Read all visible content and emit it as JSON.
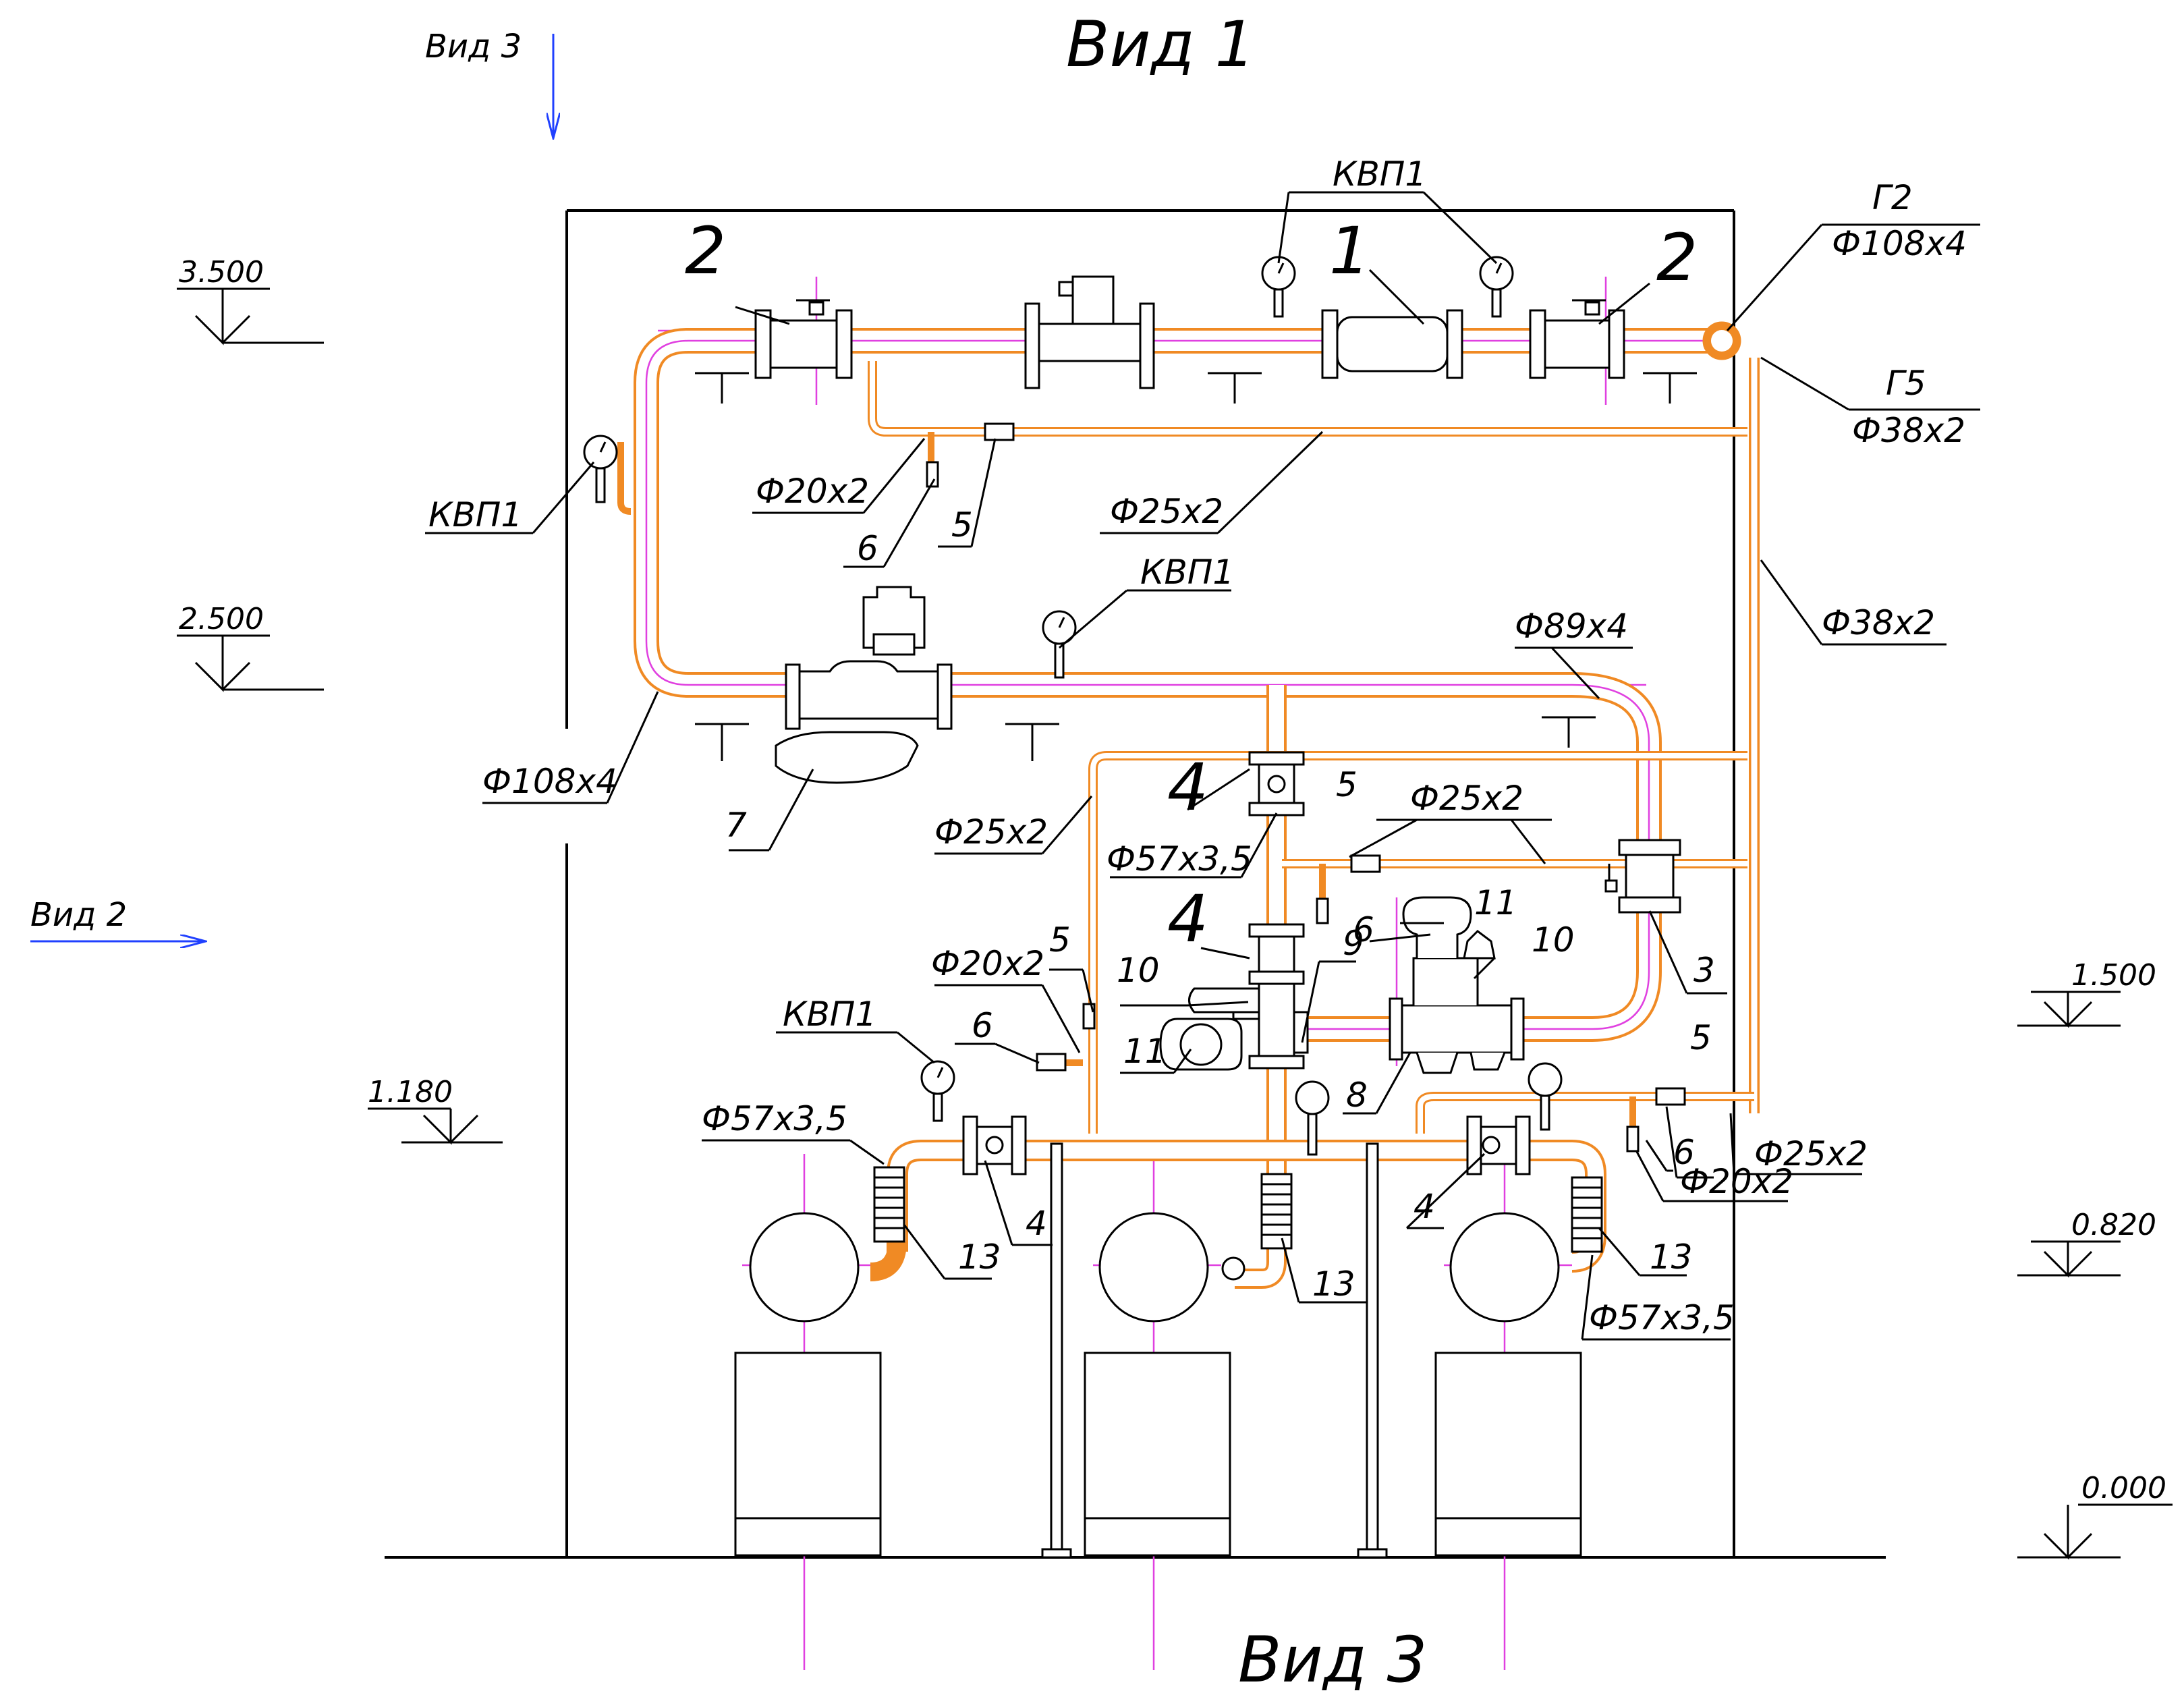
{
  "views": {
    "view1_title": "Вид 1",
    "view3_title": "Вид 3",
    "view3_marker": "Вид 3",
    "view2_marker": "Вид 2",
    "arrow_color": "#2040ff"
  },
  "elevations": {
    "e3500": "3.500",
    "e2500": "2.500",
    "e1180": "1.180",
    "e1500": "1.500",
    "e0820": "0.820",
    "e0000": "0.000"
  },
  "positions": {
    "p1": "1",
    "p2_left": "2",
    "p2_right": "2",
    "p3": "3",
    "p4_upper": "4",
    "p4_mid": "4",
    "p4_left": "4",
    "p4_right": "4",
    "p5_top": "5",
    "p5_mid": "5",
    "p5_left": "5",
    "p5_right": "5",
    "p6_top": "6",
    "p6_mid": "6",
    "p6_left": "6",
    "p6_right": "6",
    "p7": "7",
    "p8": "8",
    "p9": "9",
    "p10_left": "10",
    "p10_right": "10",
    "p11_left": "11",
    "p11_right": "11",
    "p13_left": "13",
    "p13_mid": "13",
    "p13_right": "13"
  },
  "callouts": {
    "kvp_top": "КВП1",
    "kvp_left": "КВП1",
    "kvp_mid": "КВП1",
    "kvp_low": "КВП1",
    "g2": "Г2",
    "g2_dim": "Ф108х4",
    "g5": "Г5",
    "g5_dim": "Ф38х2",
    "d38_riser": "Ф38х2",
    "d20_top": "Ф20х2",
    "d25_top": "Ф25х2",
    "d108_left": "Ф108х4",
    "d89": "Ф89х4",
    "d25_mid_left": "Ф25х2",
    "d25_mid_right": "Ф25х2",
    "d57_mid": "Ф57х3,5",
    "d20_left": "Ф20х2",
    "d57_left": "Ф57х3,5",
    "d25_right": "Ф25х2",
    "d20_right": "Ф20х2",
    "d57_right": "Ф57х3,5"
  },
  "colors": {
    "pipe": "#f08a24",
    "centerline": "#e040e0",
    "outline": "#000000"
  }
}
